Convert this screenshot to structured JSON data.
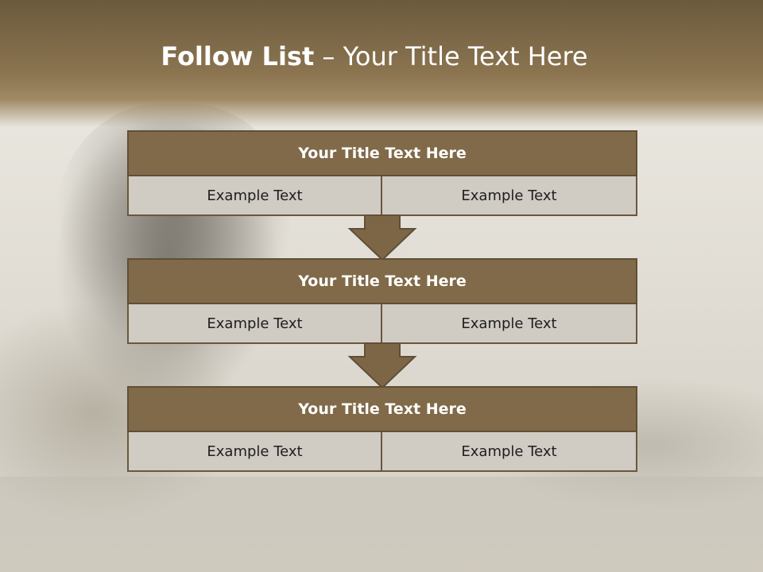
{
  "slide": {
    "title_bold": "Follow List",
    "title_rest": " – Your Title Text Here"
  },
  "colors": {
    "header_brown": "#8c7550",
    "block_title_fill": "#816a49",
    "block_border": "#5f4f37",
    "cell_fill": "#d0cbc3"
  },
  "blocks": [
    {
      "title": "Your Title Text Here",
      "left_text": "Example Text",
      "right_text": "Example Text"
    },
    {
      "title": "Your Title Text Here",
      "left_text": "Example Text",
      "right_text": "Example Text"
    },
    {
      "title": "Your Title Text Here",
      "left_text": "Example Text",
      "right_text": "Example Text"
    }
  ],
  "connectors": [
    "down-arrow-icon",
    "down-arrow-icon"
  ]
}
